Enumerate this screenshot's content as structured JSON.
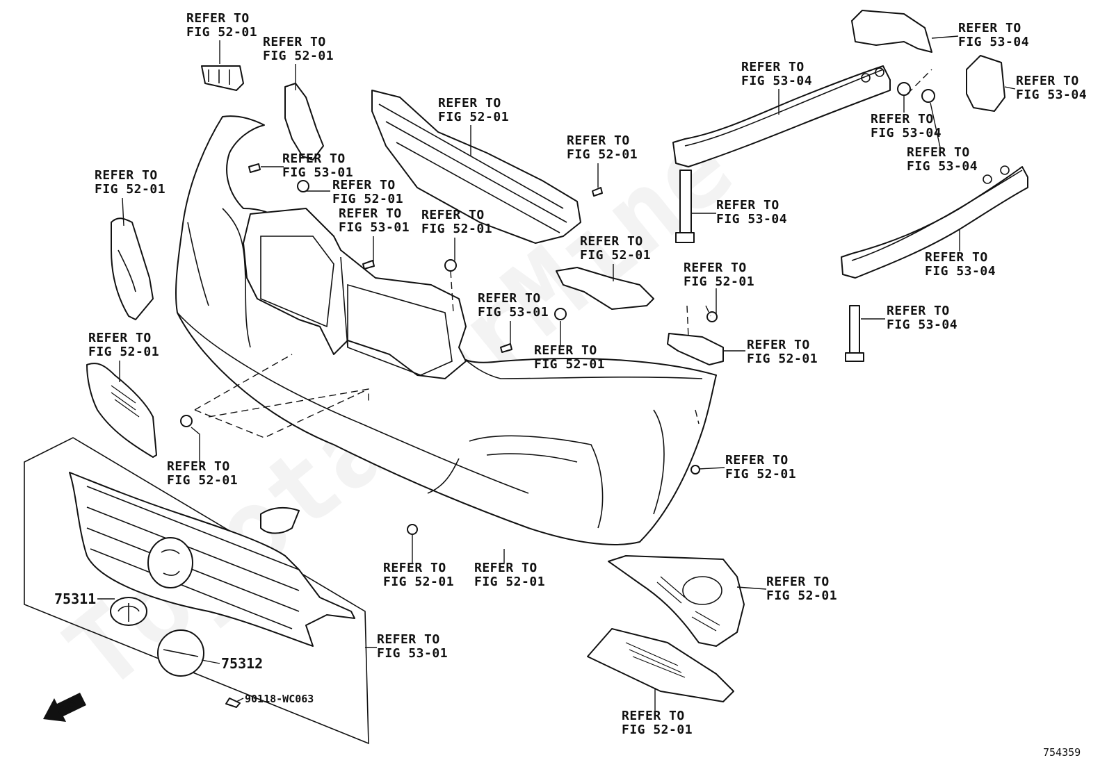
{
  "watermark": "ToyotaCarMine",
  "figure_number": "754359",
  "fwd_label": "FWD",
  "callouts": [
    {
      "id": "c1",
      "line1": "REFER TO",
      "line2": "FIG 52-01"
    },
    {
      "id": "c2",
      "line1": "REFER TO",
      "line2": "FIG 52-01"
    },
    {
      "id": "c3",
      "line1": "REFER TO",
      "line2": "FIG 52-01"
    },
    {
      "id": "c4",
      "line1": "REFER TO",
      "line2": "FIG 52-01"
    },
    {
      "id": "c5",
      "line1": "REFER TO",
      "line2": "FIG 53-01"
    },
    {
      "id": "c6",
      "line1": "REFER TO",
      "line2": "FIG 52-01"
    },
    {
      "id": "c7",
      "line1": "REFER TO",
      "line2": "FIG 52-01"
    },
    {
      "id": "c8",
      "line1": "REFER TO",
      "line2": "FIG 53-01"
    },
    {
      "id": "c9",
      "line1": "REFER TO",
      "line2": "FIG 52-01"
    },
    {
      "id": "c10",
      "line1": "REFER TO",
      "line2": "FIG 52-01"
    },
    {
      "id": "c11",
      "line1": "REFER TO",
      "line2": "FIG 52-01"
    },
    {
      "id": "c12",
      "line1": "REFER TO",
      "line2": "FIG 53-01"
    },
    {
      "id": "c13",
      "line1": "REFER TO",
      "line2": "FIG 52-01"
    },
    {
      "id": "c14",
      "line1": "REFER TO",
      "line2": "FIG 52-01"
    },
    {
      "id": "c15",
      "line1": "REFER TO",
      "line2": "FIG 52-01"
    },
    {
      "id": "c16",
      "line1": "REFER TO",
      "line2": "FIG 52-01"
    },
    {
      "id": "c17",
      "line1": "REFER TO",
      "line2": "FIG 52-01"
    },
    {
      "id": "c18",
      "line1": "REFER TO",
      "line2": "FIG 52-01"
    },
    {
      "id": "c19",
      "line1": "REFER TO",
      "line2": "FIG 52-01"
    },
    {
      "id": "c20",
      "line1": "REFER TO",
      "line2": "FIG 52-01"
    },
    {
      "id": "c21",
      "line1": "REFER TO",
      "line2": "FIG 53-01"
    },
    {
      "id": "c22",
      "line1": "REFER TO",
      "line2": "FIG 52-01"
    },
    {
      "id": "c23",
      "line1": "REFER TO",
      "line2": "FIG 53-04"
    },
    {
      "id": "c24",
      "line1": "REFER TO",
      "line2": "FIG 53-04"
    },
    {
      "id": "c25",
      "line1": "REFER TO",
      "line2": "FIG 53-04"
    },
    {
      "id": "c26",
      "line1": "REFER TO",
      "line2": "FIG 53-04"
    },
    {
      "id": "c27",
      "line1": "REFER TO",
      "line2": "FIG 53-04"
    },
    {
      "id": "c28",
      "line1": "REFER TO",
      "line2": "FIG 53-04"
    },
    {
      "id": "c29",
      "line1": "REFER TO",
      "line2": "FIG 53-04"
    },
    {
      "id": "c30",
      "line1": "REFER TO",
      "line2": "FIG 53-04"
    }
  ],
  "part_numbers": {
    "emblem": "75311",
    "emblem_base": "75312",
    "screw": "90118-WC063"
  }
}
